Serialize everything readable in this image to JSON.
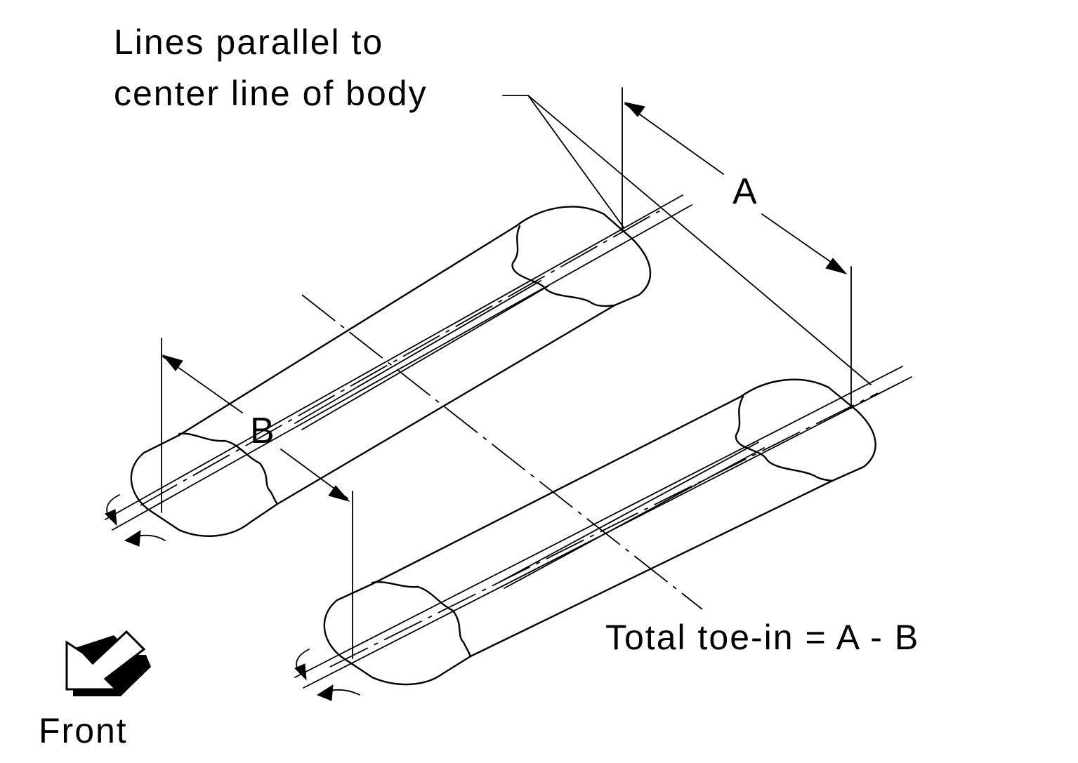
{
  "labels": {
    "parallel_line1": "Lines parallel to",
    "parallel_line2": "center line of body",
    "dim_a": "A",
    "dim_b": "B",
    "formula": "Total toe-in = A - B",
    "front": "Front"
  },
  "icons": {
    "front_arrow": "front-direction-arrow-icon"
  },
  "colors": {
    "ink": "#000000",
    "paper": "#ffffff"
  }
}
